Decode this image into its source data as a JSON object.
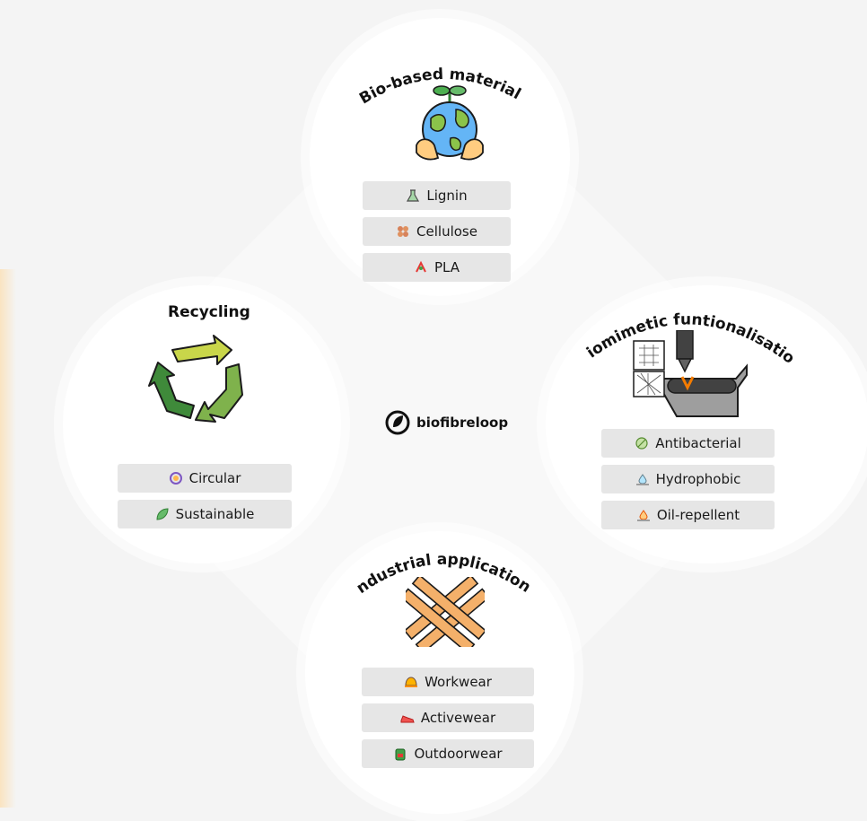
{
  "center": {
    "logo_text": "biofibreloop"
  },
  "sections": {
    "bio_based": {
      "title": "Bio-based materials",
      "items": [
        {
          "label": "Lignin",
          "icon": "flask-icon"
        },
        {
          "label": "Cellulose",
          "icon": "cellulose-icon"
        },
        {
          "label": "PLA",
          "icon": "pla-icon"
        }
      ]
    },
    "recycling": {
      "title": "Recycling",
      "items": [
        {
          "label": "Circular",
          "icon": "circular-icon"
        },
        {
          "label": "Sustainable",
          "icon": "leaf-icon"
        }
      ]
    },
    "biomimetic": {
      "title": "Biomimetic funtionalisation",
      "items": [
        {
          "label": "Antibacterial",
          "icon": "antibacterial-icon"
        },
        {
          "label": "Hydrophobic",
          "icon": "hydrophobic-icon"
        },
        {
          "label": "Oil-repellent",
          "icon": "oil-repellent-icon"
        }
      ]
    },
    "industrial": {
      "title": "Industrial applications",
      "items": [
        {
          "label": "Workwear",
          "icon": "helmet-icon"
        },
        {
          "label": "Activewear",
          "icon": "sneaker-icon"
        },
        {
          "label": "Outdoorwear",
          "icon": "backpack-icon"
        }
      ]
    }
  },
  "colors": {
    "background": "#f4f4f4",
    "circle": "#ffffff",
    "pill": "#e6e6e6",
    "recycle_light": "#c9d64a",
    "recycle_mid": "#7fb24c",
    "recycle_dark": "#3f8a3a",
    "weave": "#f4b06a"
  }
}
